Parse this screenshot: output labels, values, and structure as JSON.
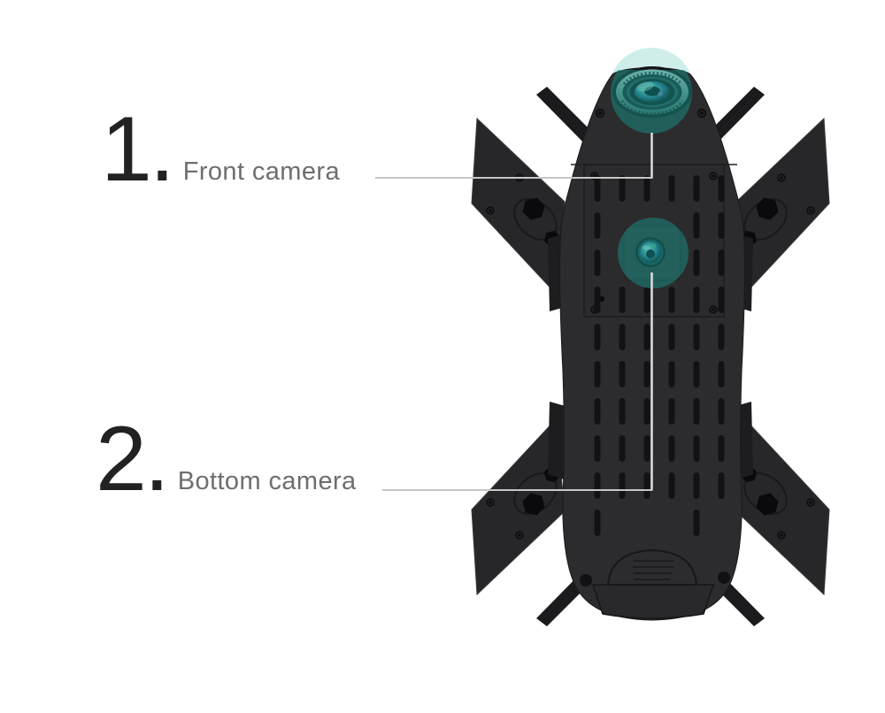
{
  "figure": {
    "alt": "Foldable quadcopter drone seen from below with two annotated cameras",
    "view": "bottom view"
  },
  "callouts": [
    {
      "number": "1.",
      "label": "Front camera"
    },
    {
      "number": "2.",
      "label": "Bottom camera"
    }
  ],
  "colors": {
    "background": "#ffffff",
    "numeral": "#222222",
    "label_text": "#6e6e6e",
    "leader_line": "#c6c6c6",
    "leader_stem": "#dedede",
    "accent_teal": "#17968c",
    "camera_glow": "#cfeeea",
    "drone_body": "#2c2c2e"
  }
}
